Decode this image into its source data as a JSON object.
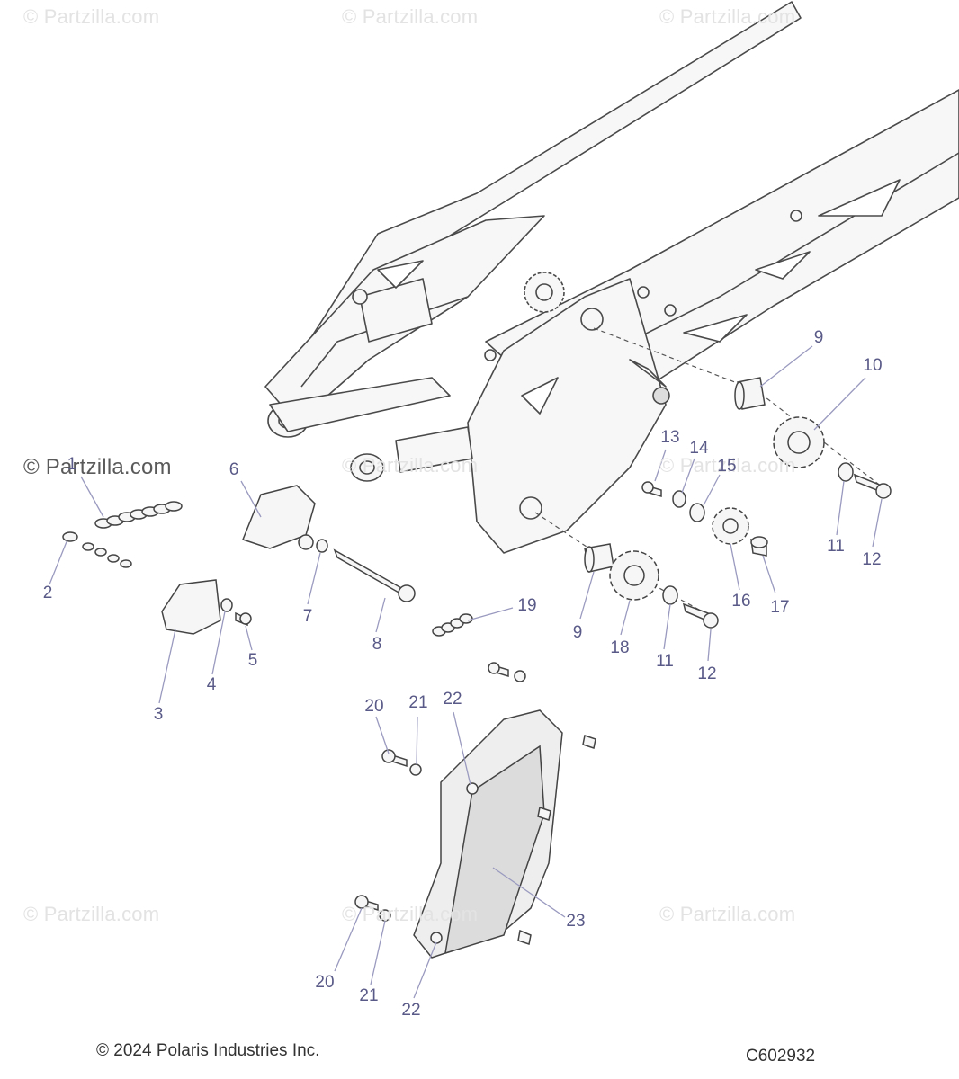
{
  "watermarks": [
    "© Partzilla.com",
    "© Partzilla.com",
    "© Partzilla.com",
    "© Partzilla.com",
    "© Partzilla.com",
    "© Partzilla.com",
    "© Partzilla.com",
    "© Partzilla.com"
  ],
  "main_watermark": "© Partzilla.com",
  "callouts": [
    "1",
    "2",
    "3",
    "4",
    "5",
    "6",
    "7",
    "8",
    "9",
    "9",
    "10",
    "11",
    "11",
    "12",
    "12",
    "13",
    "14",
    "15",
    "16",
    "17",
    "18",
    "19",
    "20",
    "20",
    "21",
    "21",
    "22",
    "22",
    "23"
  ],
  "footer": {
    "copyright": "© 2024 Polaris Industries Inc.",
    "diagram_code": "C602932"
  },
  "colors": {
    "line": "#444444",
    "fill": "#f6f6f6",
    "callout": "#5a5a88",
    "leader": "#9a9ac0"
  }
}
